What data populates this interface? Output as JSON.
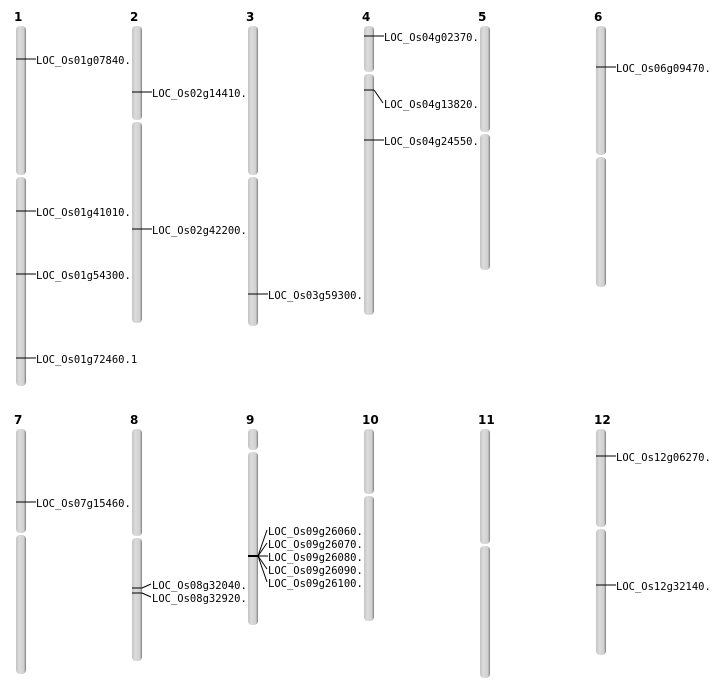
{
  "chromosomes": [
    {
      "name": "1",
      "genes": [
        "LOC_Os01g07840.1",
        "LOC_Os01g41010.1",
        "LOC_Os01g54300.1",
        "LOC_Os01g72460.1"
      ]
    },
    {
      "name": "2",
      "genes": [
        "LOC_Os02g14410.1",
        "LOC_Os02g42200.1"
      ]
    },
    {
      "name": "3",
      "genes": [
        "LOC_Os03g59300.1"
      ]
    },
    {
      "name": "4",
      "genes": [
        "LOC_Os04g02370.1",
        "LOC_Os04g13820.1",
        "LOC_Os04g24550.1"
      ]
    },
    {
      "name": "5",
      "genes": []
    },
    {
      "name": "6",
      "genes": [
        "LOC_Os06g09470.1"
      ]
    },
    {
      "name": "7",
      "genes": [
        "LOC_Os07g15460.1"
      ]
    },
    {
      "name": "8",
      "genes": [
        "LOC_Os08g32040.1",
        "LOC_Os08g32920.1"
      ]
    },
    {
      "name": "9",
      "genes": [
        "LOC_Os09g26060.1",
        "LOC_Os09g26070.1",
        "LOC_Os09g26080.1",
        "LOC_Os09g26090.1",
        "LOC_Os09g26100.1"
      ]
    },
    {
      "name": "10",
      "genes": []
    },
    {
      "name": "11",
      "genes": []
    },
    {
      "name": "12",
      "genes": [
        "LOC_Os12g06270.1",
        "LOC_Os12g32140.1"
      ]
    }
  ]
}
